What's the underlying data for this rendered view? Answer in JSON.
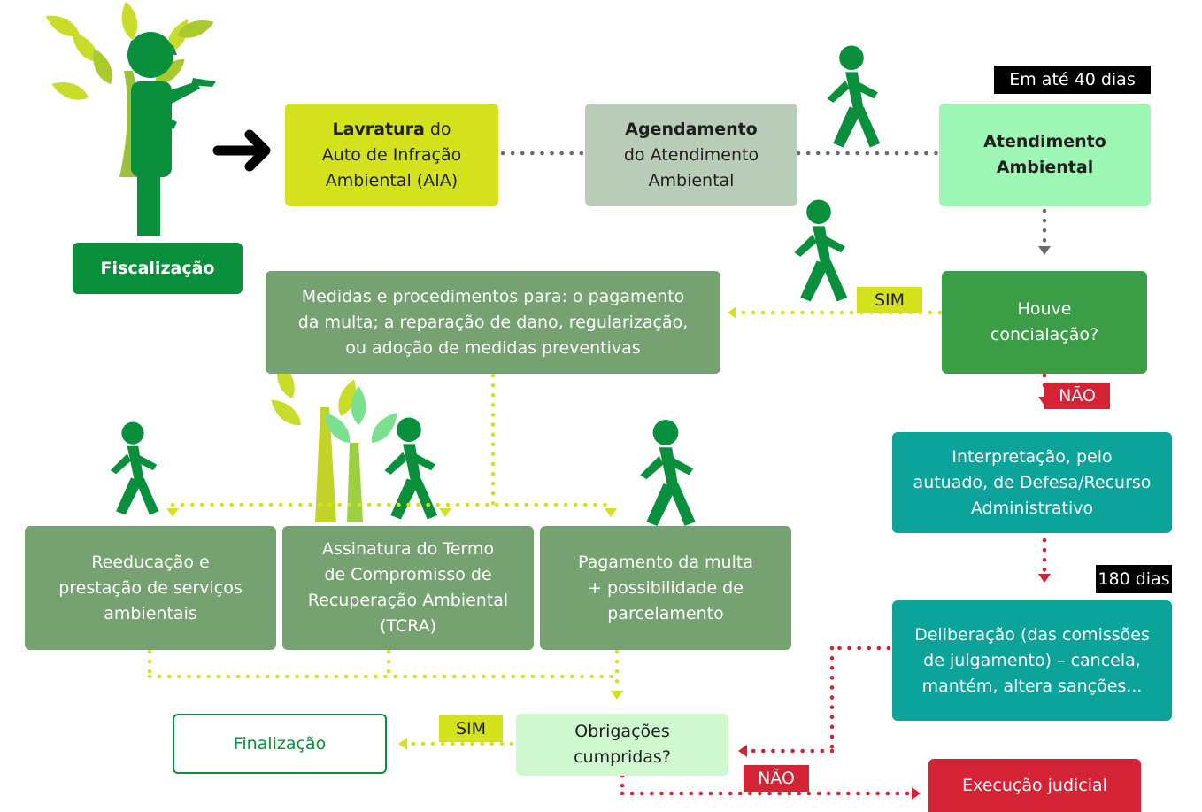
{
  "colors": {
    "yellow": "#d4e21e",
    "gray": "#b9ccb7",
    "mint": "#9ef6b5",
    "green": "#3b9e47",
    "teal": "#0ca39a",
    "sage": "#76a272",
    "darkgreen": "#0a8f3d",
    "red": "#d42335",
    "pale": "#cff8cf",
    "dotgray": "#6a6a6a"
  },
  "icons": [
    "inspector-icon",
    "arrow-right-icon",
    "walking-person-icon",
    "tree-icon"
  ],
  "boxes": {
    "lavratura": {
      "bold": "Lavratura",
      "rest": " do",
      "l2": "Auto de Infração",
      "l3": "Ambiental (AIA)"
    },
    "agendamento": {
      "bold": "Agendamento",
      "l2": "do Atendimento",
      "l3": "Ambiental"
    },
    "atendimento": {
      "l1": "Atendimento",
      "l2": "Ambiental"
    },
    "fiscalizacao": "Fiscalização",
    "medidas": {
      "l1": "Medidas e procedimentos para: o pagamento",
      "l2": "da multa; a reparação de dano, regularização,",
      "l3": "ou adoção de medidas preventivas"
    },
    "houve": {
      "l1": "Houve",
      "l2": "concialação?"
    },
    "interpretacao": {
      "l1": "Interpretação, pelo",
      "l2": "autuado, de Defesa/Recurso",
      "l3": "Administrativo"
    },
    "deliberacao": {
      "l1": "Deliberação (das comissões",
      "l2": "de julgamento) – cancela,",
      "l3": "mantém, altera sanções..."
    },
    "reeducacao": {
      "l1": "Reeducação e",
      "l2": "prestação de serviços",
      "l3": "ambientais"
    },
    "tcra": {
      "l1": "Assinatura do Termo",
      "l2": "de Compromisso de",
      "l3": "Recuperação Ambiental",
      "l4": "(TCRA)"
    },
    "pagamento": {
      "l1": "Pagamento da multa",
      "l2": "+ possibilidade de",
      "l3": "parcelamento"
    },
    "obrigacoes": {
      "l1": "Obrigações",
      "l2": "cumpridas?"
    },
    "finalizacao": "Finalização",
    "execucao": "Execução judicial"
  },
  "tags": {
    "em_ate": "Em até 40 dias",
    "dias180": "180 dias",
    "sim1": "SIM",
    "nao1": "NÃO",
    "sim2": "SIM",
    "nao2": "NÃO"
  }
}
